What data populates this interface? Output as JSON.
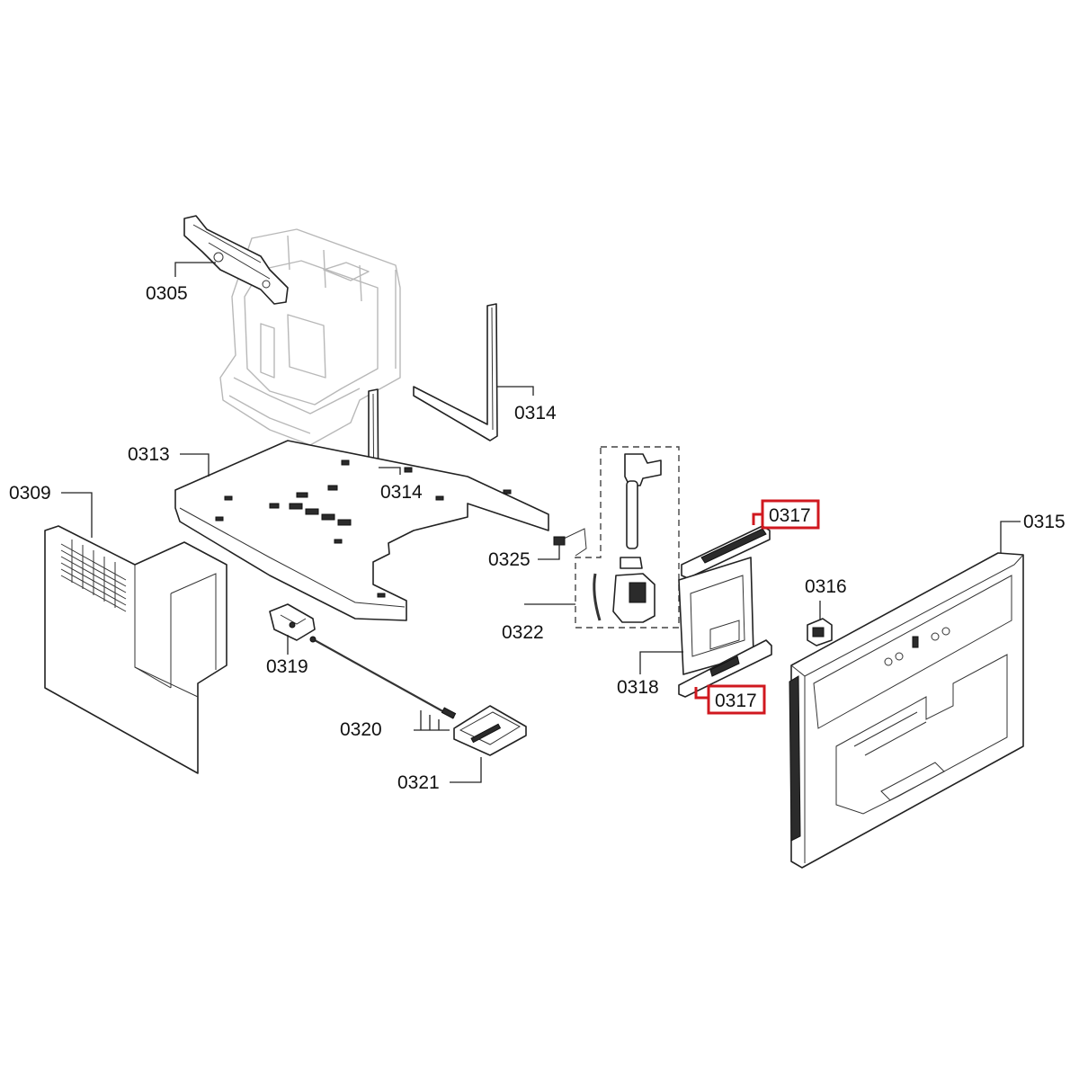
{
  "diagram": {
    "highlight_color": "#d0181f",
    "labels": {
      "p0305": "0305",
      "p0309": "0309",
      "p0313": "0313",
      "p0314a": "0314",
      "p0314b": "0314",
      "p0315": "0315",
      "p0316": "0316",
      "p0317a": "0317",
      "p0317b": "0317",
      "p0318": "0318",
      "p0319": "0319",
      "p0320": "0320",
      "p0321": "0321",
      "p0322": "0322",
      "p0325": "0325"
    }
  }
}
